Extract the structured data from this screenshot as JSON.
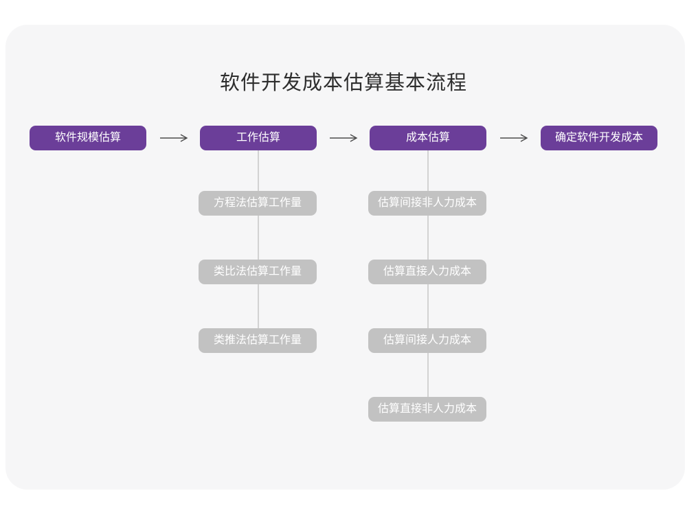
{
  "title": "软件开发成本估算基本流程",
  "flow": {
    "main_nodes": [
      {
        "label": "软件规模估算"
      },
      {
        "label": "工作估算"
      },
      {
        "label": "成本估算"
      },
      {
        "label": "确定软件开发成本"
      }
    ],
    "work_estimation_steps": [
      {
        "label": "方程法估算工作量"
      },
      {
        "label": "类比法估算工作量"
      },
      {
        "label": "类推法估算工作量"
      }
    ],
    "cost_estimation_steps": [
      {
        "label": "估算间接非人力成本"
      },
      {
        "label": "估算直接人力成本"
      },
      {
        "label": "估算间接人力成本"
      },
      {
        "label": "估算直接非人力成本"
      }
    ]
  },
  "colors": {
    "primary_node": "#6b3e99",
    "secondary_node": "#c2c2c2",
    "connector_line": "#d2d2d2",
    "arrow": "#4a4a4a",
    "card_background": "#f6f6f7",
    "page_background": "#ffffff",
    "title_text": "#2e2e2e",
    "node_text": "#ffffff"
  }
}
